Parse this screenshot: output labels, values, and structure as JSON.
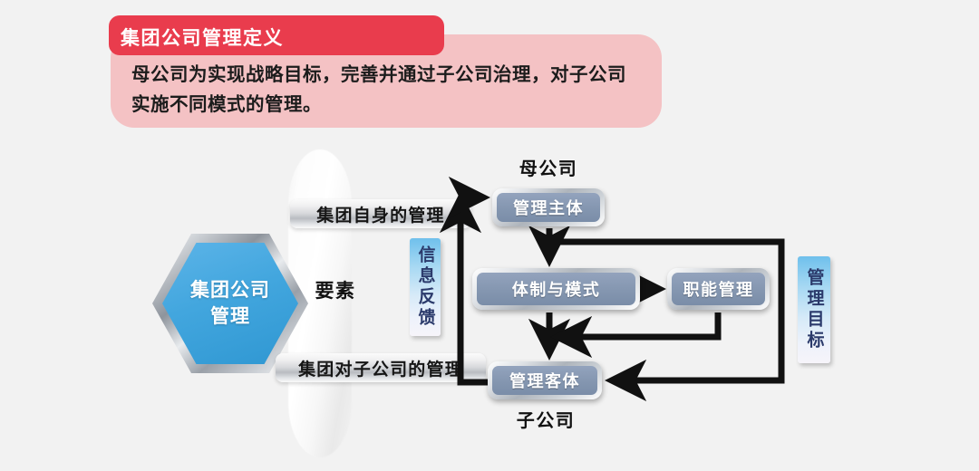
{
  "header": {
    "title": "集团公司管理定义",
    "definition": "母公司为实现战略目标，完善并通过子公司治理，对子公司\n实施不同模式的管理。",
    "bar_color": "#e93c4d",
    "panel_color": "#f4c2c4"
  },
  "diagram": {
    "hexagon": {
      "line1": "集团公司",
      "line2": "管理",
      "fill_color": "#42a6de"
    },
    "ribbons": [
      {
        "label": "集团自身的管理"
      },
      {
        "label": "集团对子公司的管理"
      }
    ],
    "elements_label": "要素",
    "vertical_plates": [
      {
        "label": "信息反馈"
      },
      {
        "label": "管理目标"
      }
    ],
    "boxes": [
      {
        "label": "管理主体",
        "fill_color": "#8496b0"
      },
      {
        "label": "体制与模式",
        "fill_color": "#8496b0"
      },
      {
        "label": "职能管理",
        "fill_color": "#8496b0"
      },
      {
        "label": "管理客体",
        "fill_color": "#8496b0"
      }
    ],
    "captions": [
      {
        "label": "母公司"
      },
      {
        "label": "子公司"
      }
    ],
    "connector_color": "#111111"
  }
}
